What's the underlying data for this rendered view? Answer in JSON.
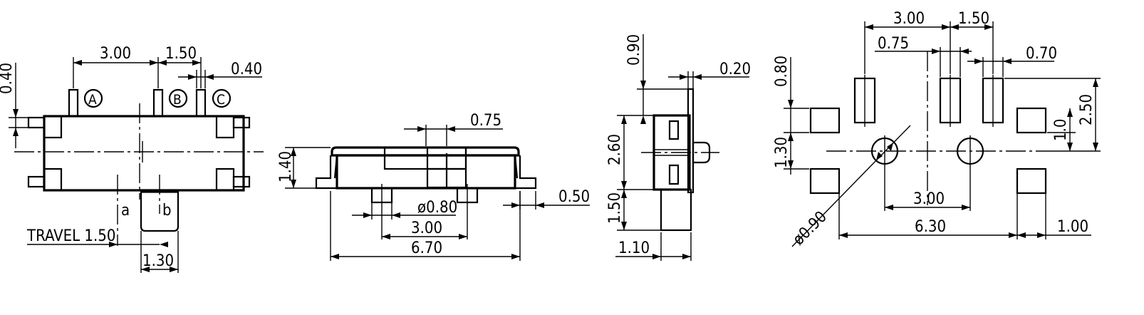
{
  "views": {
    "top": {
      "dims": {
        "pitch_ab": "3.00",
        "pitch_bc": "1.50",
        "terminal_width": "0.40",
        "terminal_offset": "0.40",
        "travel": "TRAVEL 1.50",
        "actuator_width": "1.30"
      },
      "labels": {
        "terminal_a": "A",
        "terminal_b": "B",
        "terminal_c": "C",
        "pos_a": "a",
        "pos_b": "b"
      }
    },
    "front": {
      "dims": {
        "actuator_width": "0.75",
        "height": "1.40",
        "boss_dia": "ø0.80",
        "boss_pitch": "3.00",
        "overall_length": "6.70",
        "lead_length": "0.50"
      }
    },
    "side": {
      "dims": {
        "top_offset": "0.90",
        "lead_thickness": "0.20",
        "body_height": "2.60",
        "actuator_height": "1.50",
        "depth": "1.10"
      }
    },
    "footprint": {
      "dims": {
        "pitch_ab": "3.00",
        "pitch_bc": "1.50",
        "pad_width_top": "0.75",
        "pad_width_c": "0.70",
        "pad_height": "0.80",
        "outer_height": "2.50",
        "inner_height": "1.0",
        "pad_row_gap": "1.30",
        "hole_dia": "ø0.90",
        "hole_pitch": "3.00",
        "overall_width": "6.30",
        "side_pad_width": "1.00"
      }
    }
  }
}
